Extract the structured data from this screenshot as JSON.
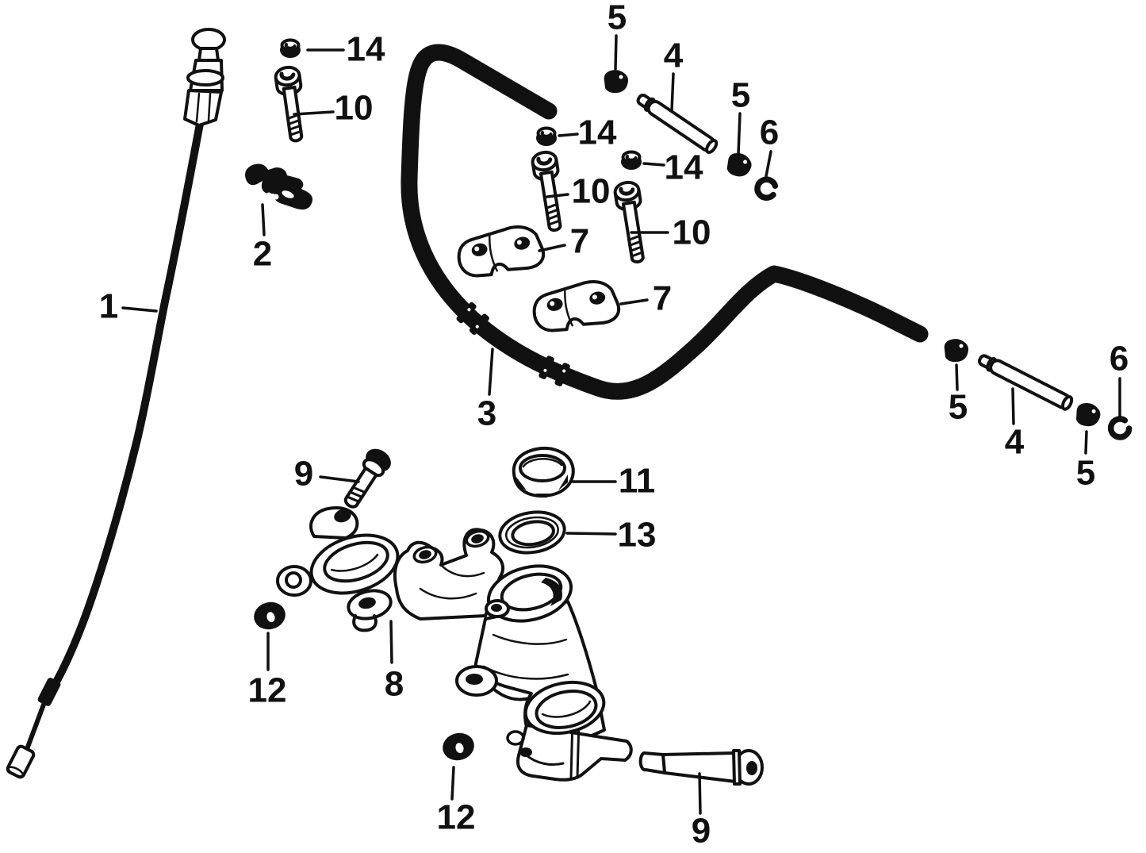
{
  "figure": {
    "kind": "exploded parts line diagram",
    "colors": {
      "background": "#ffffff",
      "ink": "#111111"
    }
  },
  "callouts": [
    {
      "label": "1"
    },
    {
      "label": "2"
    },
    {
      "label": "3"
    },
    {
      "label": "4"
    },
    {
      "label": "4"
    },
    {
      "label": "5"
    },
    {
      "label": "5"
    },
    {
      "label": "5"
    },
    {
      "label": "5"
    },
    {
      "label": "6"
    },
    {
      "label": "6"
    },
    {
      "label": "7"
    },
    {
      "label": "7"
    },
    {
      "label": "8"
    },
    {
      "label": "9"
    },
    {
      "label": "9"
    },
    {
      "label": "10"
    },
    {
      "label": "10"
    },
    {
      "label": "10"
    },
    {
      "label": "11"
    },
    {
      "label": "12"
    },
    {
      "label": "12"
    },
    {
      "label": "13"
    },
    {
      "label": "14"
    },
    {
      "label": "14"
    },
    {
      "label": "14"
    }
  ]
}
